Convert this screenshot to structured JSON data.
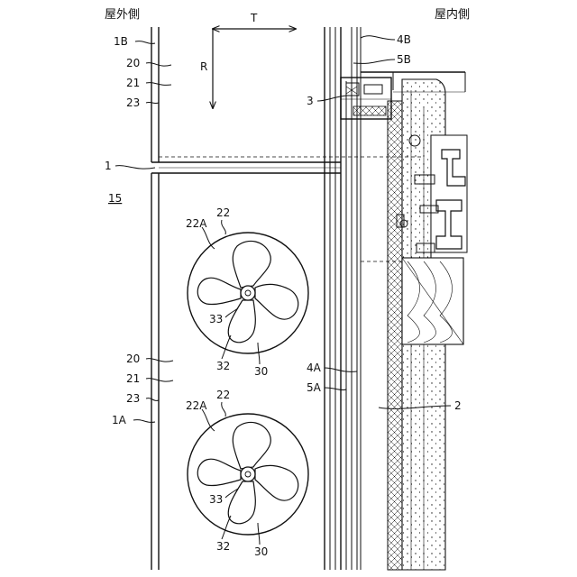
{
  "header": {
    "outdoor_side": "屋外側",
    "indoor_side": "屋内側"
  },
  "direction": {
    "t": "T",
    "r": "R"
  },
  "labels": {
    "l_1b": "1B",
    "l_20_top": "20",
    "l_21_top": "21",
    "l_23_top": "23",
    "l_1": "1",
    "l_15": "15",
    "l_22_a": "22",
    "l_22a_a": "22A",
    "l_33_a": "33",
    "l_32_a": "32",
    "l_30_a": "30",
    "l_20_mid": "20",
    "l_21_mid": "21",
    "l_23_mid": "23",
    "l_1a": "1A",
    "l_22_b": "22",
    "l_22a_b": "22A",
    "l_33_b": "33",
    "l_32_b": "32",
    "l_30_b": "30",
    "l_4b": "4B",
    "l_5b": "5B",
    "l_3": "3",
    "l_4a": "4A",
    "l_5a": "5A",
    "l_2": "2"
  }
}
